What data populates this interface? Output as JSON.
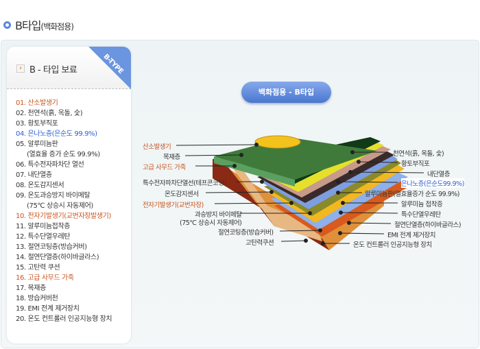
{
  "title": {
    "main": "B타입",
    "sub": "(백화점용)"
  },
  "card": {
    "title": "B - 타입 보료",
    "ribbon": "B-TYPE",
    "items": [
      {
        "text": "01. 산소발생기",
        "color": "red"
      },
      {
        "text": "02. 천연석(흙, 옥돌, 숯)"
      },
      {
        "text": "03. 황토부직포"
      },
      {
        "text": "04. 은나노층(은순도 99.9%)",
        "color": "blue"
      },
      {
        "text": "05. 알루미늄판",
        "cont": "(열효율 증가 순도 99.9%)"
      },
      {
        "text": "06. 특수전자파차단 열선"
      },
      {
        "text": "07. 내단열층"
      },
      {
        "text": "08. 온도감지센서"
      },
      {
        "text": "09. 온도과승방지 바이메탈",
        "cont": "(75℃ 상승시 자동제어)"
      },
      {
        "text": "10. 전자기발생기(교번자장발생기)",
        "color": "red"
      },
      {
        "text": "11. 알루미늄접착층"
      },
      {
        "text": "12. 특수단열우레탄"
      },
      {
        "text": "13. 절연코팅층(방습커버)"
      },
      {
        "text": "14. 절연단열층(하이바글라스)"
      },
      {
        "text": "15. 고탄력 쿠션"
      },
      {
        "text": "16. 고급 사무드 가죽",
        "color": "red"
      },
      {
        "text": "17. 목재층"
      },
      {
        "text": "18. 방습커버천"
      },
      {
        "text": "19. EMI 전계 제거장치"
      },
      {
        "text": "20. 온도 컨트롤러 인공지능형 장치"
      }
    ]
  },
  "diagram": {
    "button": "백화점용 - B타입",
    "left_labels": [
      "산소발생기",
      "목재층",
      "고급 사무드 가죽",
      "특수전자파차단열선(테프콘코팅)",
      "온도감지센서",
      "전자기발생기(교번자장)",
      "과승방지 바이메탈",
      "(75℃ 상승시 자동제어)",
      "절연코팅층(방습커버)",
      "고탄력쿠션"
    ],
    "right_labels": [
      "천연석(흙, 옥돌, 숯)",
      "황토부직포",
      "내단열층",
      "은나노층(은순도99.9%)",
      "알루미늄판(열효율증가 순도 99.9%)",
      "알루미늄 접착증",
      "특수단열우레탄",
      "절연단열층(하이바글라스)",
      "EMI 전계 제거장치",
      "온도 컨트롤러 인공지능형 장치"
    ]
  },
  "colors": {
    "accent": "#5b86e0",
    "highlight_red": "#c8531c",
    "highlight_blue": "#2e5fd1"
  }
}
